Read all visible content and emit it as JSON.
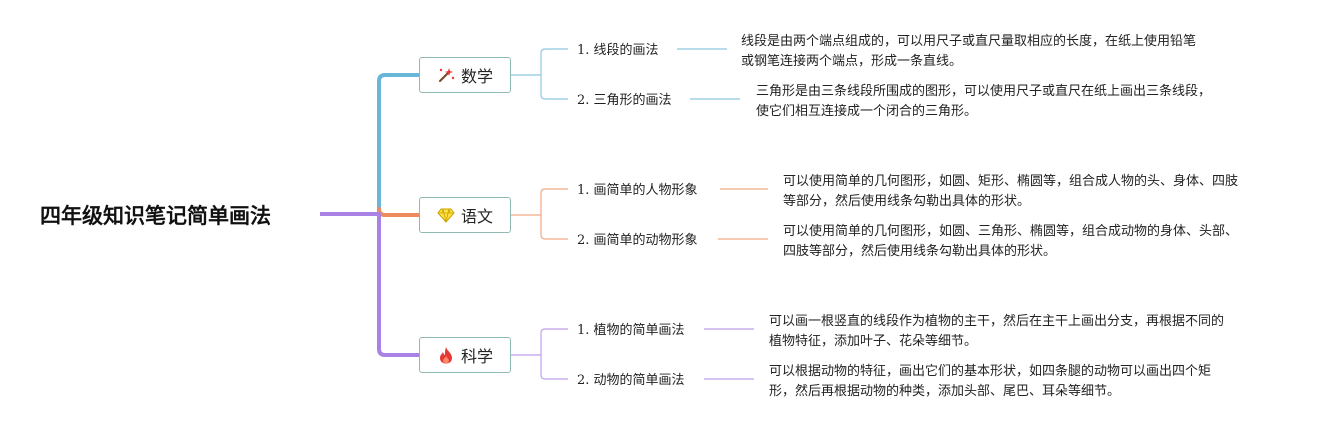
{
  "root": {
    "title": "四年级知识笔记简单画法"
  },
  "branches": [
    {
      "label": "数学",
      "icon": "magic-wand-icon",
      "color": "#69b6d8",
      "topics": [
        {
          "label": "1. 线段的画法",
          "note": [
            "线段是由两个端点组成的，可以用尺子或直尺量取相应的长度，在纸上使用铅笔",
            "或钢笔连接两个端点，形成一条直线。"
          ]
        },
        {
          "label": "2. 三角形的画法",
          "note": [
            "三角形是由三条线段所围成的图形，可以使用尺子或直尺在纸上画出三条线段，",
            "使它们相互连接成一个闭合的三角形。"
          ]
        }
      ]
    },
    {
      "label": "语文",
      "icon": "gem-icon",
      "color": "#ee8a5d",
      "topics": [
        {
          "label": "1. 画简单的人物形象",
          "note": [
            "可以使用简单的几何图形，如圆、矩形、椭圆等，组合成人物的头、身体、四肢",
            "等部分，然后使用线条勾勒出具体的形状。"
          ]
        },
        {
          "label": "2. 画简单的动物形象",
          "note": [
            "可以使用简单的几何图形，如圆、三角形、椭圆等，组合成动物的身体、头部、",
            "四肢等部分，然后使用线条勾勒出具体的形状。"
          ]
        }
      ]
    },
    {
      "label": "科学",
      "icon": "fire-icon",
      "color": "#a982e6",
      "topics": [
        {
          "label": "1. 植物的简单画法",
          "note": [
            "可以画一根竖直的线段作为植物的主干，然后在主干上画出分支，再根据不同的",
            "植物特征，添加叶子、花朵等细节。"
          ]
        },
        {
          "label": "2. 动物的简单画法",
          "note": [
            "可以根据动物的特征，画出它们的基本形状，如四条腿的动物可以画出四个矩",
            "形，然后再根据动物的种类，添加头部、尾巴、耳朵等细节。"
          ]
        }
      ]
    }
  ]
}
